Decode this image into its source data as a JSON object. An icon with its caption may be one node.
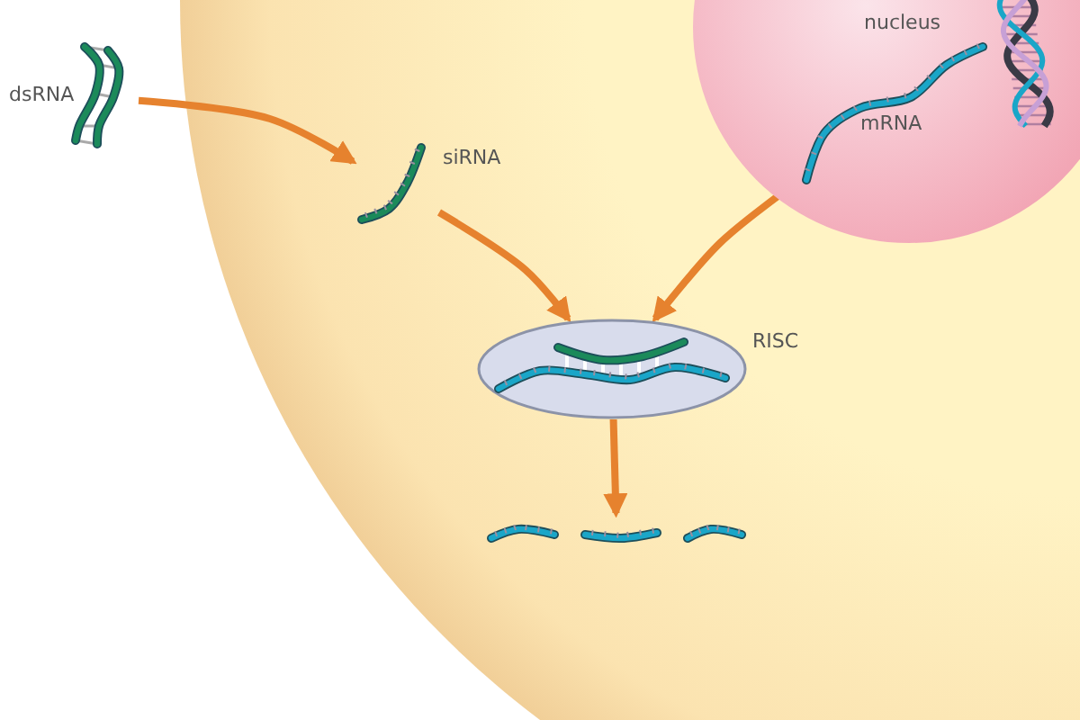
{
  "diagram": {
    "nodes": [
      {
        "text": [
          "nucleus"
        ]
      },
      {
        "text": [
          "dsRNA"
        ]
      },
      {
        "text": [
          "siRNA"
        ]
      },
      {
        "text": [
          "mRNA"
        ],
        "in": 0
      },
      {
        "text": [
          "RISC"
        ]
      },
      {
        "text": [],
        "shape": "picture"
      }
    ],
    "edges": [
      {
        "from": 1,
        "to": 2,
        "arrow": "to"
      },
      {
        "from": 2,
        "to": 4,
        "arrow": "to"
      },
      {
        "from": 3,
        "to": 4,
        "arrow": "to"
      },
      {
        "from": 4,
        "to": 5,
        "arrow": "to"
      }
    ]
  }
}
